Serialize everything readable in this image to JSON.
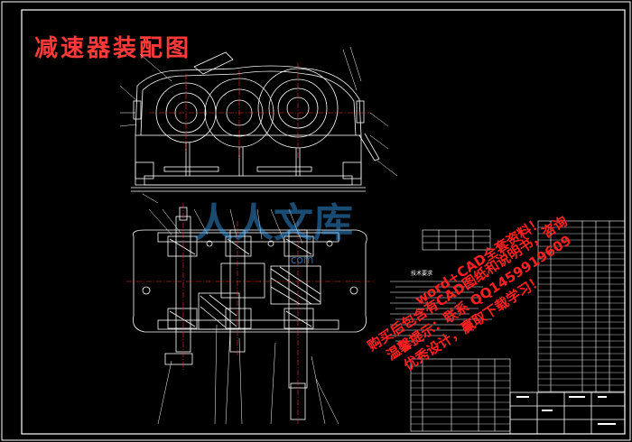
{
  "drawing": {
    "title": "减速器装配图",
    "technical_requirements_title": "技术要求"
  },
  "watermark": {
    "logo": "人人文库",
    "url": ".com",
    "lines": [
      "购买后包含有CAD图纸和说明书，咨询",
      "word+CAD全套资料！",
      "温馨提示：联系 QQ1459919609",
      "优秀设计，赢取下载学习！"
    ]
  },
  "colors": {
    "background": "#000000",
    "lines": "#ffffff",
    "center_lines": "#ff3030",
    "title": "#ff3a3a",
    "watermark_blue": "#3aa8ff",
    "watermark_red": "#ff2020"
  }
}
